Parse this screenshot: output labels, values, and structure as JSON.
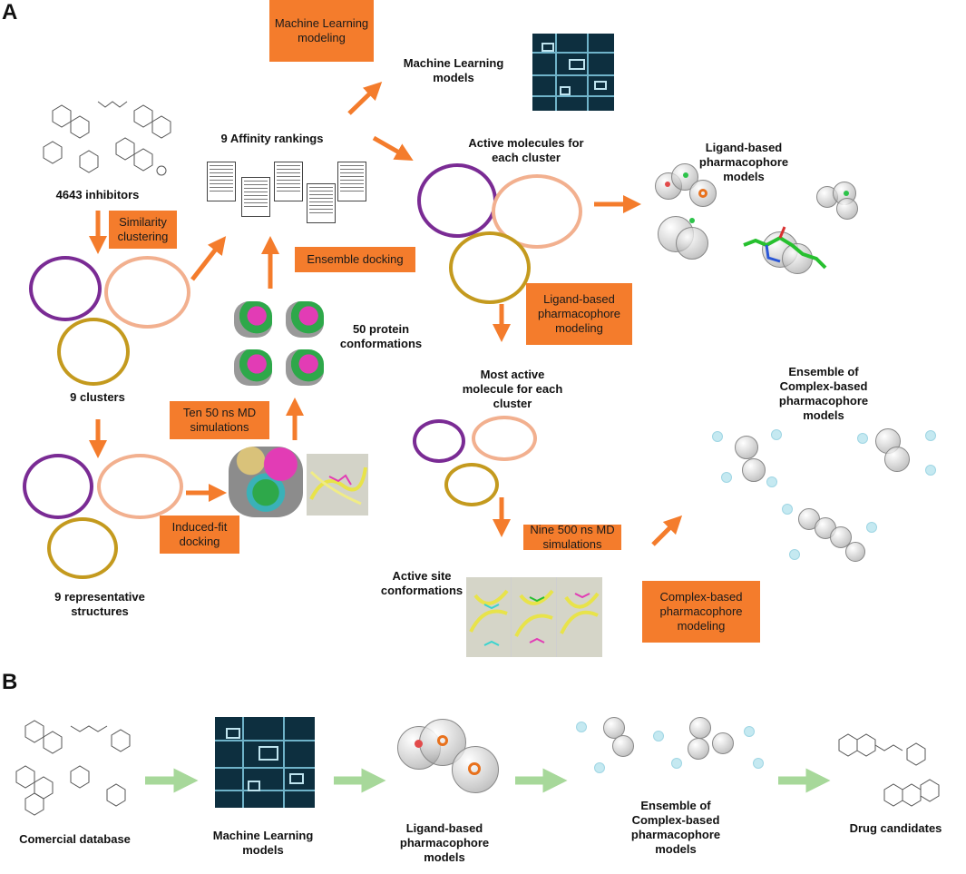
{
  "panels": {
    "a": "A",
    "b": "B"
  },
  "labels": {
    "inhibitors": "4643 inhibitors",
    "clusters": "9 clusters",
    "representative": "9 representative structures",
    "affinity": "9 Affinity rankings",
    "protein_conf": "50 protein conformations",
    "ml_models": "Machine Learning models",
    "active_each": "Active molecules for each cluster",
    "lb_models": "Ligand-based pharmacophore models",
    "most_active": "Most active molecule for each cluster",
    "ensemble": "Ensemble of Complex-based pharmacophore models",
    "active_site": "Active site conformations"
  },
  "boxes": {
    "similarity": "Similarity clustering",
    "ensemble_docking": "Ensemble docking",
    "ml_modeling": "Machine Learning modeling",
    "lb_modeling": "Ligand-based pharmacophore modeling",
    "ten_md": "Ten 50 ns MD simulations",
    "induced_fit": "Induced-fit docking",
    "nine_md": "Nine 500 ns MD simulations",
    "cb_modeling": "Complex-based pharmacophore modeling"
  },
  "panel_b": {
    "database": "Comercial database",
    "ml_models": "Machine Learning models",
    "lb_models": "Ligand-based pharmacophore models",
    "ensemble": "Ensemble of Complex-based pharmacophore models",
    "candidates": "Drug candidates"
  },
  "colors": {
    "orange": "#f47c2c",
    "green_arrow": "#a7d89a",
    "purple": "#7a2b94",
    "peach": "#f2b08f",
    "gold": "#c49a1e"
  }
}
